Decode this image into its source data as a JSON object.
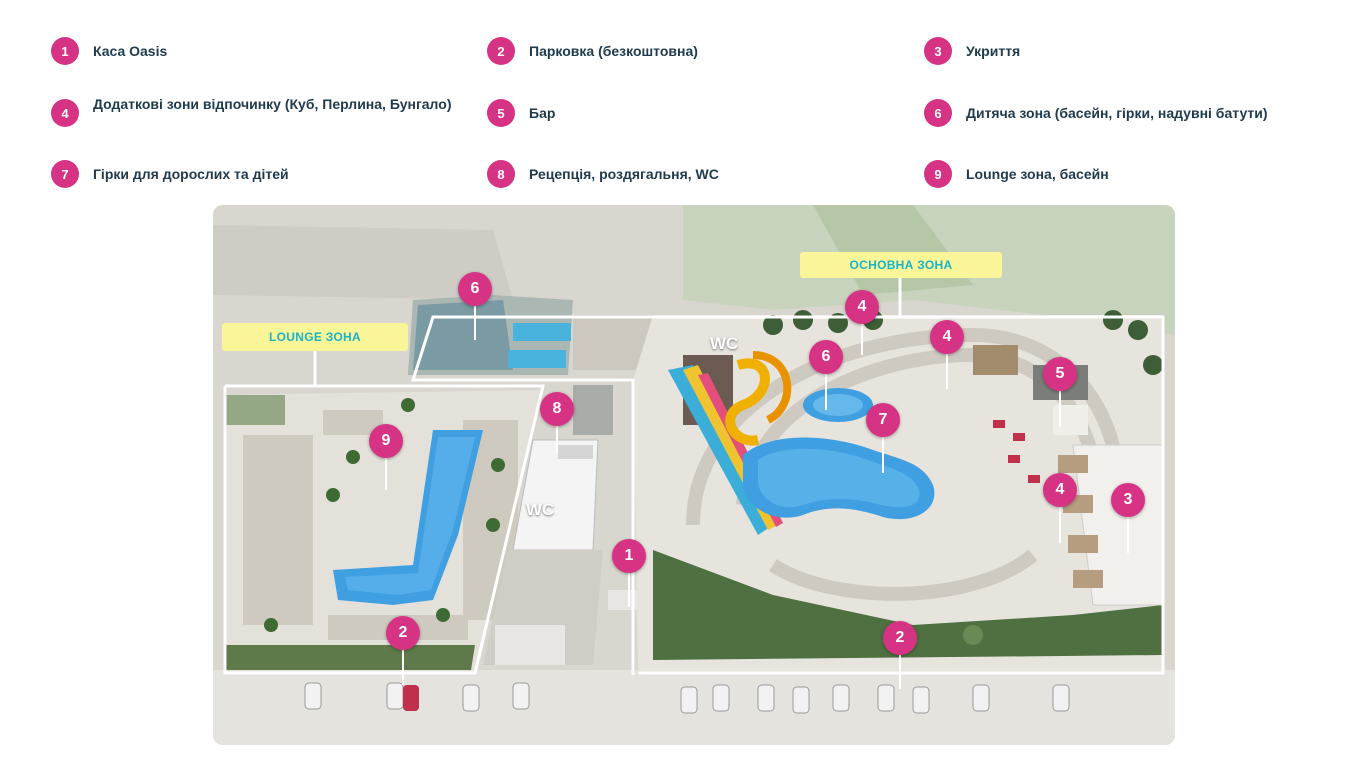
{
  "legend": [
    {
      "num": "1",
      "label": "Каса Oasis"
    },
    {
      "num": "2",
      "label": "Парковка (безкоштовна)"
    },
    {
      "num": "3",
      "label": "Укриття"
    },
    {
      "num": "4",
      "label": "Додаткові зони відпочинку (Куб, Перлина, Бунгало)"
    },
    {
      "num": "5",
      "label": "Бар"
    },
    {
      "num": "6",
      "label": "Дитяча зона (басейн, гірки, надувні батути)"
    },
    {
      "num": "7",
      "label": "Гірки для дорослих та дітей"
    },
    {
      "num": "8",
      "label": "Рецепція, роздягальня, WC"
    },
    {
      "num": "9",
      "label": "Lounge зона, басейн"
    }
  ],
  "map": {
    "zone_main": "ОСНОВНА ЗОНА",
    "zone_lounge": "LOUNGE ЗОНА",
    "wc_label": "WC",
    "markers": [
      "6",
      "4",
      "4",
      "6",
      "5",
      "8",
      "9",
      "7",
      "4",
      "3",
      "1",
      "2",
      "2"
    ]
  },
  "colors": {
    "badge": "#d63384",
    "legend_text": "#1e3a4c",
    "zone_label_bg": "#fbf59a",
    "zone_label_text": "#19b3c8",
    "pool": "#3f9fe0",
    "outline": "#ffffff"
  }
}
